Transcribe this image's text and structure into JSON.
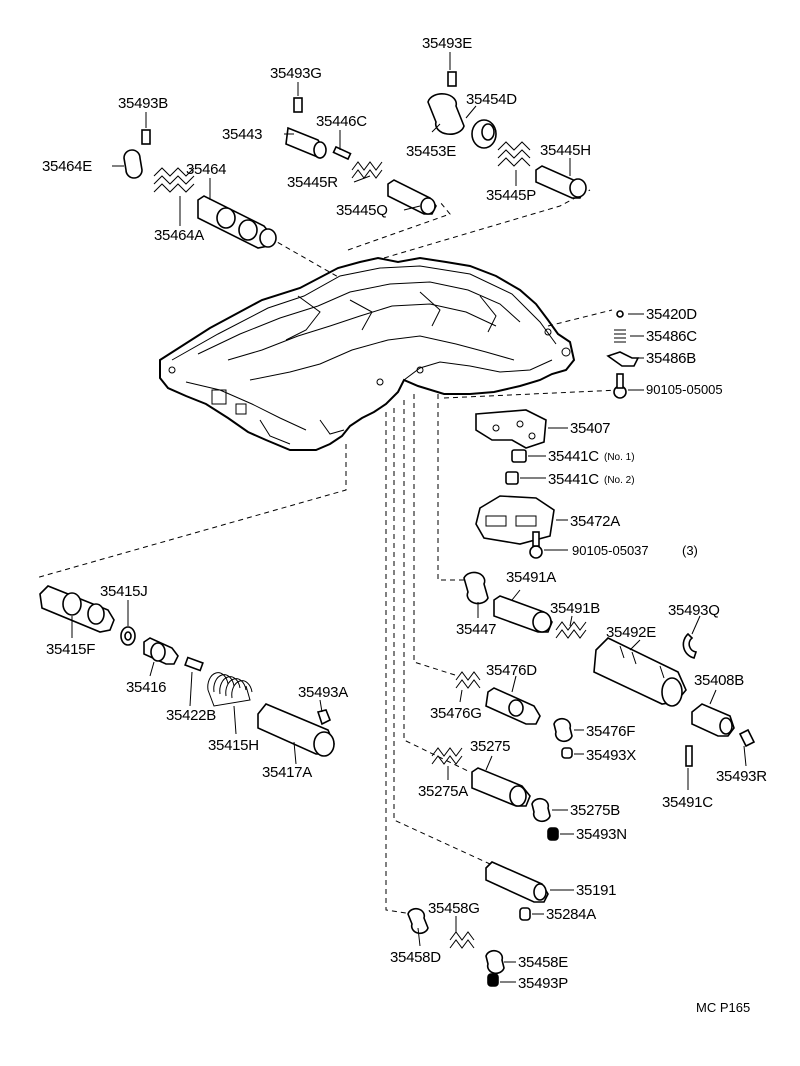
{
  "diagram": {
    "code": "MC P165",
    "parts": {
      "p35493E": "35493E",
      "p35493G": "35493G",
      "p35454D": "35454D",
      "p35493B": "35493B",
      "p35446C": "35446C",
      "p35443": "35443",
      "p35453E": "35453E",
      "p35445H": "35445H",
      "p35464E": "35464E",
      "p35464": "35464",
      "p35445R": "35445R",
      "p35445P": "35445P",
      "p35445Q": "35445Q",
      "p35464A": "35464A",
      "p35420D": "35420D",
      "p35486C": "35486C",
      "p35486B": "35486B",
      "p90105_05005": "90105-05005",
      "p35407": "35407",
      "p35441C_1": "35441C",
      "p35441C_2": "35441C",
      "p35472A": "35472A",
      "p90105_05037": "90105-05037",
      "p35491A": "35491A",
      "p35415J": "35415J",
      "p35491B": "35491B",
      "p35493Q": "35493Q",
      "p35447": "35447",
      "p35492E": "35492E",
      "p35415F": "35415F",
      "p35476D": "35476D",
      "p35416": "35416",
      "p35408B": "35408B",
      "p35493A": "35493A",
      "p35422B": "35422B",
      "p35476G": "35476G",
      "p35415H": "35415H",
      "p35476F": "35476F",
      "p35275": "35275",
      "p35417A": "35417A",
      "p35493X": "35493X",
      "p35493R": "35493R",
      "p35275A": "35275A",
      "p35491C": "35491C",
      "p35275B": "35275B",
      "p35493N": "35493N",
      "p35191": "35191",
      "p35458G": "35458G",
      "p35284A": "35284A",
      "p35458D": "35458D",
      "p35458E": "35458E",
      "p35493P": "35493P"
    },
    "notes": {
      "no1": "(No. 1)",
      "no2": "(No. 2)",
      "qty3": "(3)"
    }
  }
}
